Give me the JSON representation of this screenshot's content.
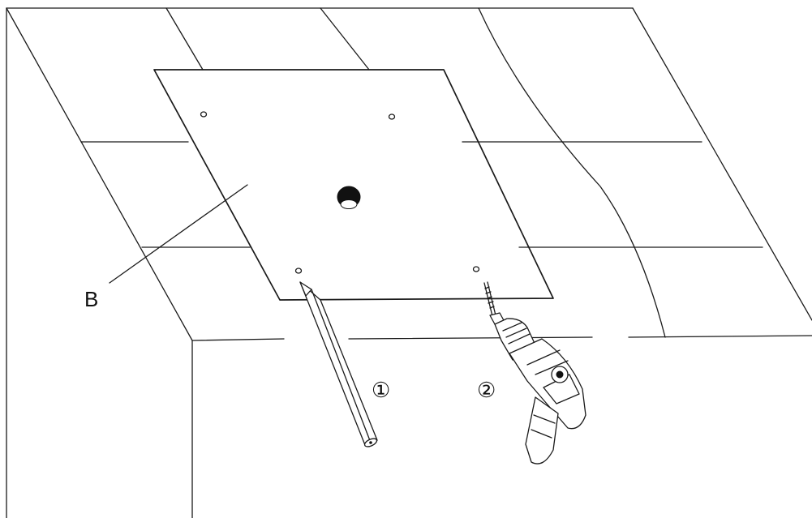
{
  "labels": {
    "part": "B",
    "step1": "①",
    "step2": "②"
  },
  "colors": {
    "line": "#1a1a1a",
    "background": "#ffffff"
  },
  "icons": [
    "pencil-icon",
    "power-drill-icon",
    "screw-hole-icon",
    "cable-hole-icon"
  ]
}
